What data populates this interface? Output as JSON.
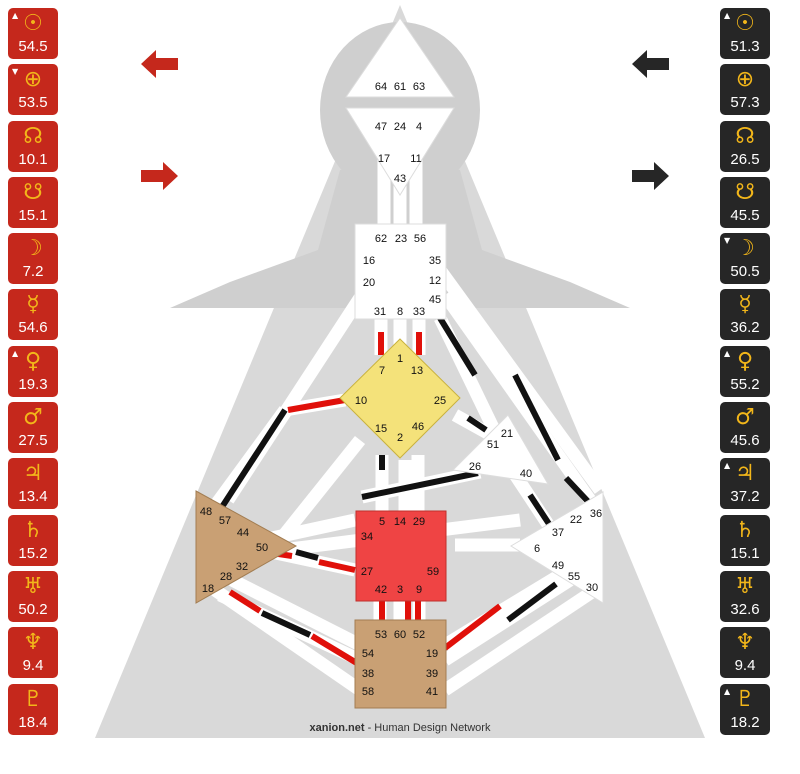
{
  "left_column": [
    {
      "planet": "sun-icon",
      "glyph": "☉",
      "value": "54.5",
      "mark": "▲"
    },
    {
      "planet": "earth-icon",
      "glyph": "⊕",
      "value": "53.5",
      "mark": "▼"
    },
    {
      "planet": "north-node-icon",
      "glyph": "☊",
      "value": "10.1",
      "mark": ""
    },
    {
      "planet": "south-node-icon",
      "glyph": "☋",
      "value": "15.1",
      "mark": ""
    },
    {
      "planet": "moon-icon",
      "glyph": "☽",
      "value": "7.2",
      "mark": ""
    },
    {
      "planet": "mercury-icon",
      "glyph": "☿",
      "value": "54.6",
      "mark": ""
    },
    {
      "planet": "venus-icon",
      "glyph": "♀",
      "value": "19.3",
      "mark": "▲"
    },
    {
      "planet": "mars-icon",
      "glyph": "♂",
      "value": "27.5",
      "mark": ""
    },
    {
      "planet": "jupiter-icon",
      "glyph": "♃",
      "value": "13.4",
      "mark": ""
    },
    {
      "planet": "saturn-icon",
      "glyph": "♄",
      "value": "15.2",
      "mark": ""
    },
    {
      "planet": "uranus-icon",
      "glyph": "♅",
      "value": "50.2",
      "mark": ""
    },
    {
      "planet": "neptune-icon",
      "glyph": "♆",
      "value": "9.4",
      "mark": ""
    },
    {
      "planet": "pluto-icon",
      "glyph": "♇",
      "value": "18.4",
      "mark": ""
    }
  ],
  "right_column": [
    {
      "planet": "sun-icon",
      "glyph": "☉",
      "value": "51.3",
      "mark": "▲"
    },
    {
      "planet": "earth-icon",
      "glyph": "⊕",
      "value": "57.3",
      "mark": ""
    },
    {
      "planet": "north-node-icon",
      "glyph": "☊",
      "value": "26.5",
      "mark": ""
    },
    {
      "planet": "south-node-icon",
      "glyph": "☋",
      "value": "45.5",
      "mark": ""
    },
    {
      "planet": "moon-icon",
      "glyph": "☽",
      "value": "50.5",
      "mark": "▼"
    },
    {
      "planet": "mercury-icon",
      "glyph": "☿",
      "value": "36.2",
      "mark": ""
    },
    {
      "planet": "venus-icon",
      "glyph": "♀",
      "value": "55.2",
      "mark": "▲"
    },
    {
      "planet": "mars-icon",
      "glyph": "♂",
      "value": "45.6",
      "mark": ""
    },
    {
      "planet": "jupiter-icon",
      "glyph": "♃",
      "value": "37.2",
      "mark": "▲"
    },
    {
      "planet": "saturn-icon",
      "glyph": "♄",
      "value": "15.1",
      "mark": ""
    },
    {
      "planet": "uranus-icon",
      "glyph": "♅",
      "value": "32.6",
      "mark": ""
    },
    {
      "planet": "neptune-icon",
      "glyph": "♆",
      "value": "9.4",
      "mark": ""
    },
    {
      "planet": "pluto-icon",
      "glyph": "♇",
      "value": "18.2",
      "mark": "▲"
    }
  ],
  "colors": {
    "design_red": "#c5281c",
    "personality_black": "#262626",
    "glyph_gold": "#f2b61a",
    "g_center_yellow": "#f4e27a",
    "sacral_tan": "#c9a074",
    "heart_red": "#ef4444",
    "background_gray": "#d9d9d9"
  },
  "centers": {
    "head": [
      "64",
      "61",
      "63"
    ],
    "ajna_top": [
      "47",
      "24",
      "4"
    ],
    "ajna_mid": [
      "17",
      "11"
    ],
    "ajna_bottom": [
      "43"
    ],
    "throat": [
      "62",
      "23",
      "56",
      "16",
      "35",
      "20",
      "12",
      "45",
      "31",
      "8",
      "33"
    ],
    "g": [
      "1",
      "7",
      "13",
      "10",
      "25",
      "15",
      "46",
      "2"
    ],
    "ego": [
      "21",
      "51",
      "26",
      "40"
    ],
    "spleen": [
      "48",
      "57",
      "44",
      "50",
      "32",
      "28",
      "18"
    ],
    "sacral": [
      "5",
      "14",
      "29",
      "34",
      "27",
      "59",
      "42",
      "3",
      "9"
    ],
    "solar_plexus": [
      "36",
      "22",
      "37",
      "6",
      "49",
      "55",
      "30"
    ],
    "root": [
      "53",
      "60",
      "52",
      "54",
      "19",
      "38",
      "39",
      "58",
      "41"
    ]
  },
  "credit": {
    "site": "xanion.net",
    "rest": " - Human Design Network"
  }
}
